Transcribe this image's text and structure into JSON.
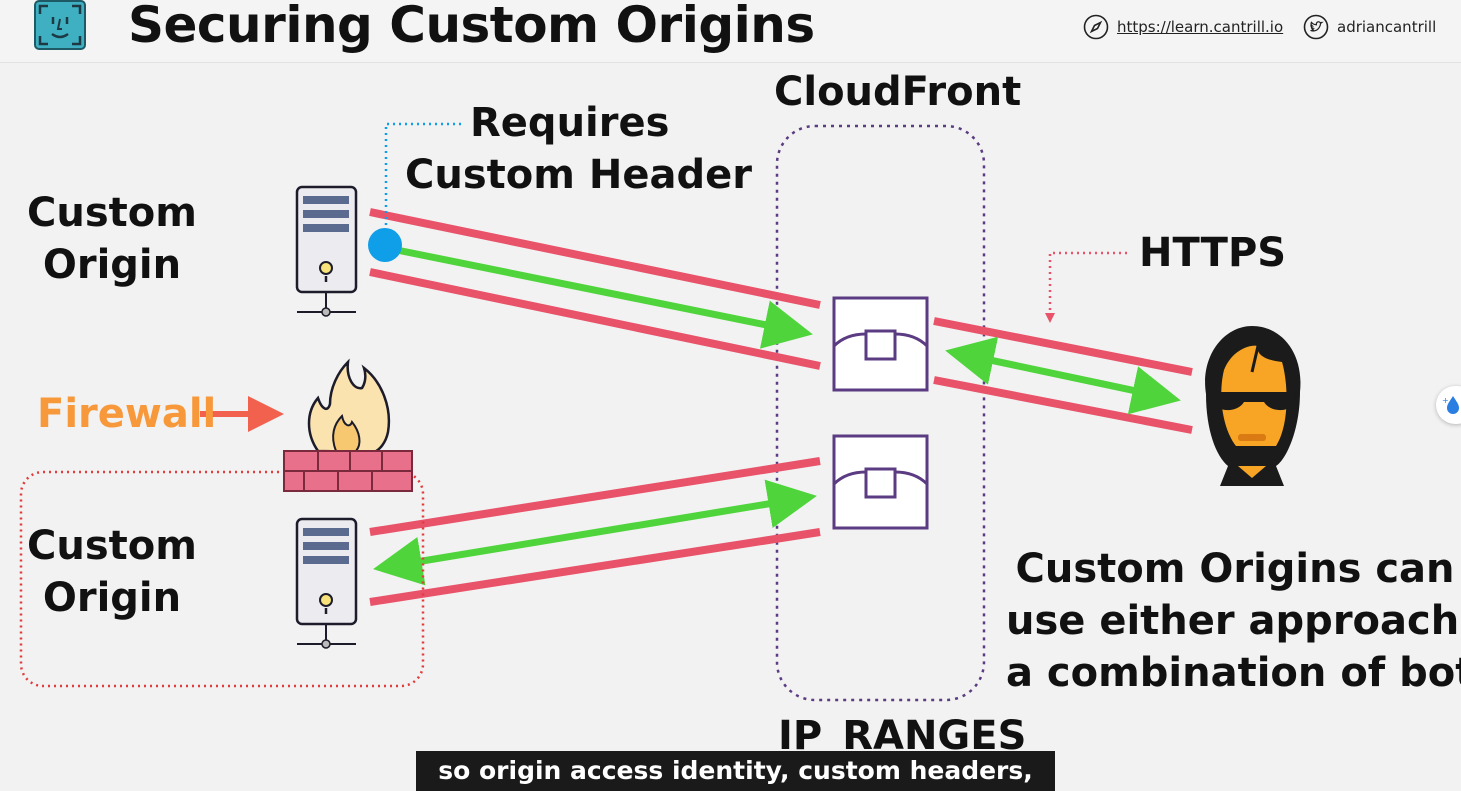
{
  "header": {
    "title": "Securing Custom Origins",
    "website": "https://learn.cantrill.io",
    "twitter": "adriancantrill",
    "icons": {
      "logo": "face-logo-icon",
      "website": "compass-icon",
      "twitter": "twitter-icon"
    }
  },
  "diagram": {
    "cloudfront_label": "CloudFront",
    "ip_ranges_label": "IP_RANGES",
    "requires_line1": "Requires",
    "requires_line2": "Custom Header",
    "origin_top_line1": "Custom",
    "origin_top_line2": "Origin",
    "origin_bottom_line1": "Custom",
    "origin_bottom_line2": "Origin",
    "firewall_label": "Firewall",
    "https_label": "HTTPS",
    "summary_line1": "Custom Origins can",
    "summary_line2": "use either approach or",
    "summary_line3": "a combination of both",
    "colors": {
      "red_line": "#e8536a",
      "green_arrow": "#4fd43c",
      "purple": "#5b3b82",
      "firewall_text": "#f7983a",
      "firewall_arrow": "#f2604e",
      "header_dot": "#0f9ee8"
    }
  },
  "caption": {
    "text": "so origin access identity, custom headers,"
  }
}
